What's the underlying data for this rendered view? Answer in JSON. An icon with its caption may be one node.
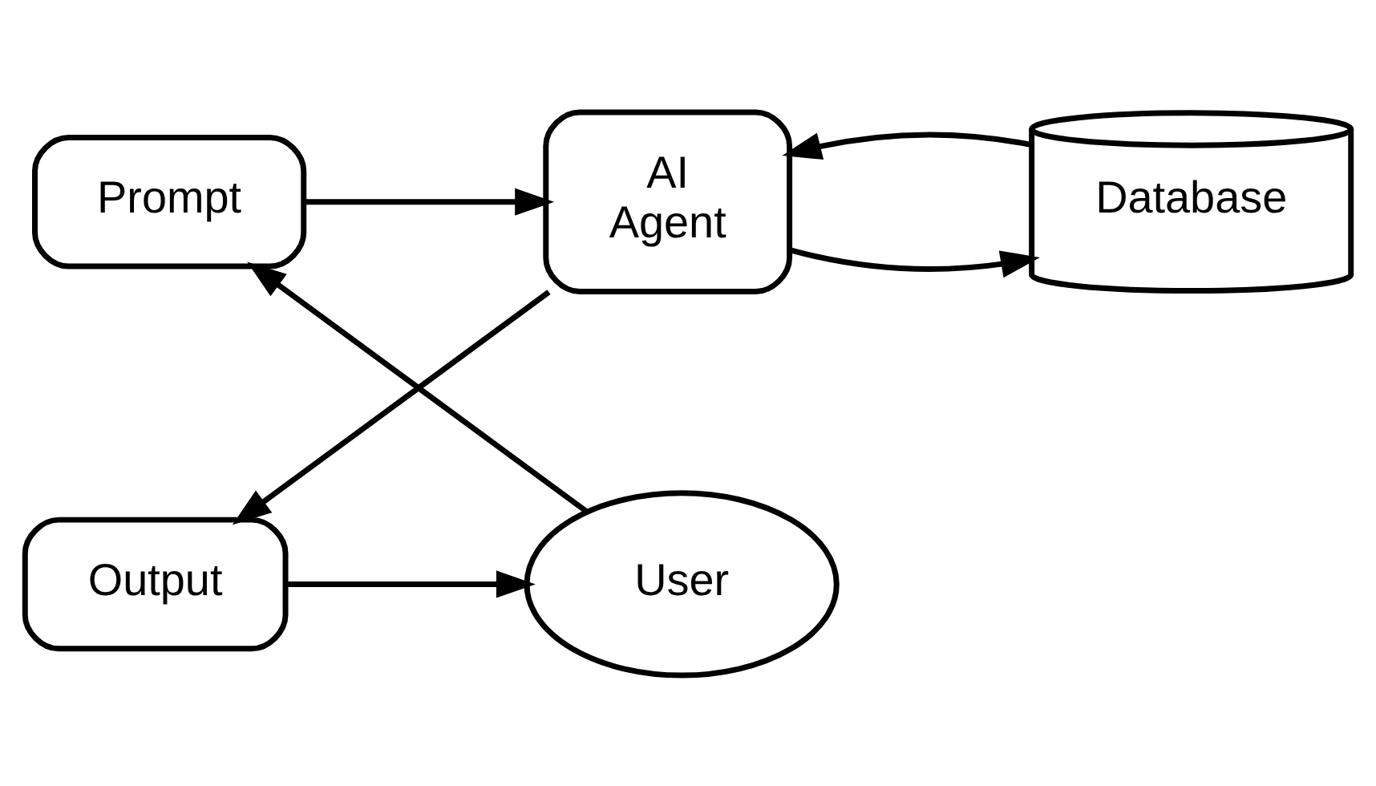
{
  "diagram": {
    "nodes": [
      {
        "text": [
          "Prompt"
        ]
      },
      {
        "text": [
          "AI",
          "Agent"
        ]
      },
      {
        "text": [
          "Database"
        ]
      },
      {
        "text": [
          "Output"
        ]
      },
      {
        "text": [
          "User"
        ]
      }
    ],
    "edges": [
      {
        "from": 0,
        "to": 1,
        "arrow": "to"
      },
      {
        "from": 1,
        "to": 2,
        "arrow": "to"
      },
      {
        "from": 2,
        "to": 1,
        "arrow": "to"
      },
      {
        "from": 1,
        "to": 3,
        "arrow": "to"
      },
      {
        "from": 3,
        "to": 4,
        "arrow": "to"
      },
      {
        "from": 4,
        "to": 0,
        "arrow": "to"
      }
    ]
  }
}
